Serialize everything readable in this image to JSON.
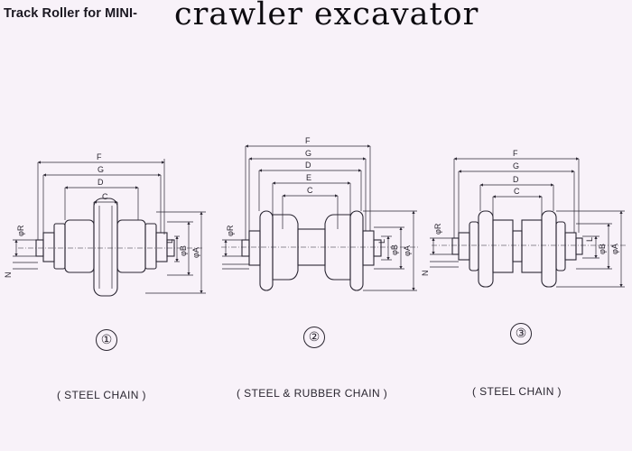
{
  "title": {
    "prefix": "Track Roller for MINI-",
    "main": "crawler excavator"
  },
  "dim_labels": {
    "F": "F",
    "G": "G",
    "D": "D",
    "E": "E",
    "C": "C",
    "R": "φR",
    "N": "N",
    "L": "L",
    "B": "φB",
    "A": "φA"
  },
  "rollers": [
    {
      "number": "①",
      "caption": "( STEEL CHAIN )"
    },
    {
      "number": "②",
      "caption": "( STEEL & RUBBER CHAIN )"
    },
    {
      "number": "③",
      "caption": "( STEEL CHAIN )"
    }
  ]
}
